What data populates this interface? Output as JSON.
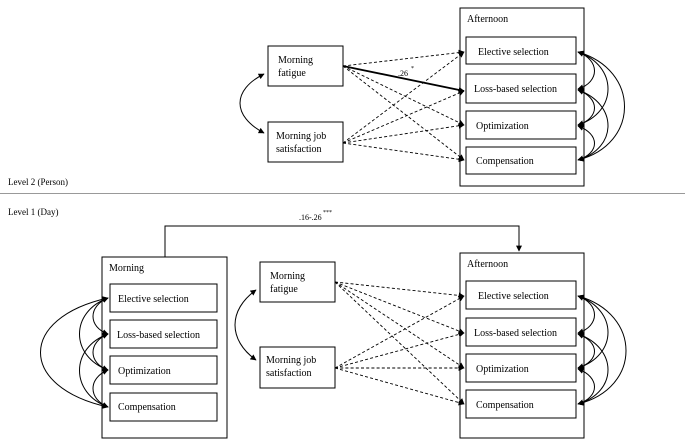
{
  "top": {
    "afternoon_title": "Afternoon",
    "morning_fatigue": [
      "Morning",
      "fatigue"
    ],
    "morning_satisfaction": [
      "Morning job",
      "satisfaction"
    ],
    "afternoon_items": [
      "Elective selection",
      "Loss-based selection",
      "Optimization",
      "Compensation"
    ],
    "path_coefficient": ".26",
    "path_sig": "*"
  },
  "level2_label": "Level 2 (Person)",
  "level1_label": "Level 1 (Day)",
  "bottom": {
    "morning_title": "Morning",
    "afternoon_title": "Afternoon",
    "morning_items": [
      "Elective selection",
      "Loss-based selection",
      "Optimization",
      "Compensation"
    ],
    "morning_fatigue": [
      "Morning",
      "fatigue"
    ],
    "morning_satisfaction": [
      "Morning job",
      "satisfaction"
    ],
    "afternoon_items": [
      "Elective selection",
      "Loss-based selection",
      "Optimization",
      "Compensation"
    ],
    "stability_coefficient": ".16-.26",
    "stability_sig": "***"
  }
}
